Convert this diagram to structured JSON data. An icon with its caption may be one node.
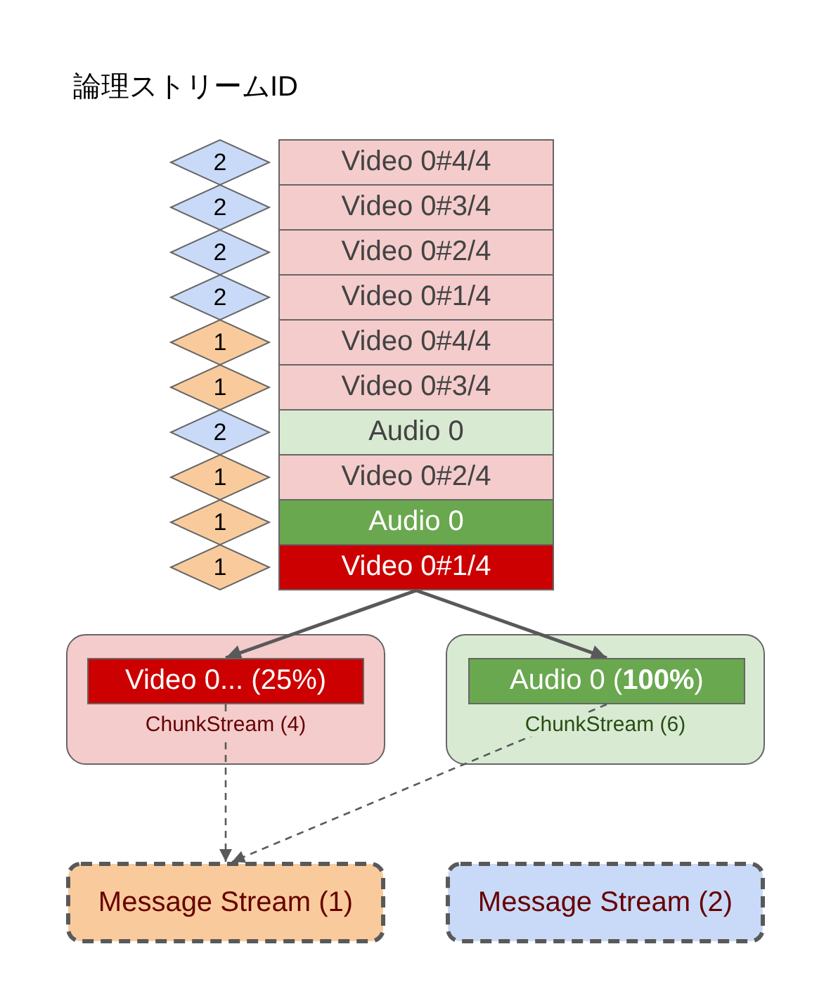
{
  "diagram": {
    "title": "論理ストリームID",
    "nodes": [
      {
        "text": [
          "2"
        ]
      },
      {
        "text": [
          "Video 0#4/4"
        ]
      },
      {
        "text": [
          "2"
        ]
      },
      {
        "text": [
          "Video 0#3/4"
        ]
      },
      {
        "text": [
          "2"
        ]
      },
      {
        "text": [
          "Video 0#2/4"
        ]
      },
      {
        "text": [
          "2"
        ]
      },
      {
        "text": [
          "Video 0#1/4"
        ]
      },
      {
        "text": [
          "1"
        ]
      },
      {
        "text": [
          "Video 0#4/4"
        ]
      },
      {
        "text": [
          "1"
        ]
      },
      {
        "text": [
          "Video 0#3/4"
        ]
      },
      {
        "text": [
          "2"
        ]
      },
      {
        "text": [
          "Audio 0"
        ]
      },
      {
        "text": [
          "1"
        ]
      },
      {
        "text": [
          "Video 0#2/4"
        ]
      },
      {
        "text": [
          "1"
        ]
      },
      {
        "text": [
          "Audio 0"
        ]
      },
      {
        "text": [
          "1"
        ]
      },
      {
        "text": [
          "Video 0#1/4"
        ]
      },
      {
        "text": [
          "ChunkStream (4)"
        ]
      },
      {
        "text": [
          "Video 0... (25%)"
        ],
        "in": 20
      },
      {
        "text": [
          "ChunkStream (6)"
        ]
      },
      {
        "text": [
          "Audio 0 (**100%**)"
        ],
        "in": 22
      },
      {
        "text": [
          "Message Stream (1)"
        ]
      },
      {
        "text": [
          "Message Stream (2)"
        ]
      }
    ],
    "edges": [
      {
        "from": 19,
        "to": 21,
        "arrow": "to"
      },
      {
        "from": 19,
        "to": 23,
        "arrow": "to"
      },
      {
        "from": 21,
        "to": 24,
        "arrow": "to",
        "style": "dashed"
      },
      {
        "from": 23,
        "to": 24,
        "arrow": "to",
        "style": "dashed"
      }
    ]
  }
}
